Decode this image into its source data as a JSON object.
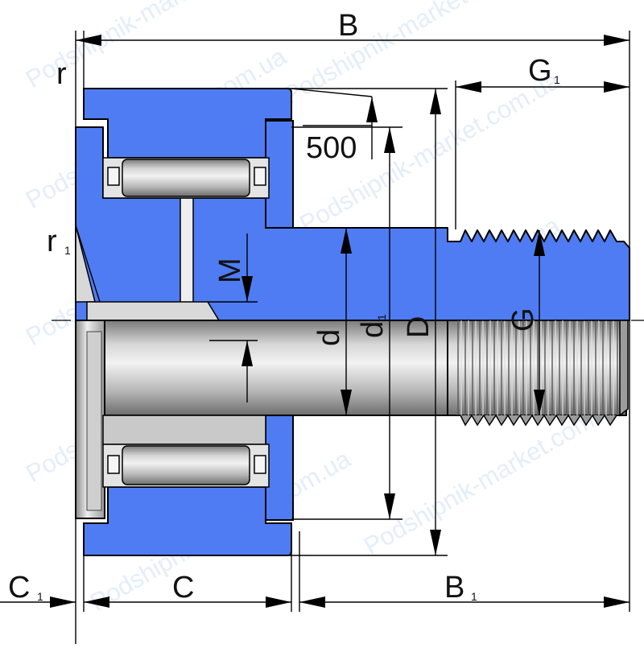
{
  "diagram": {
    "watermark": "Podshipnik-market.com.ua",
    "colors": {
      "blue": "#4f7cf2",
      "blue_dark": "#2a4fbf",
      "steel_light": "#e6e6e6",
      "steel_mid": "#a8a8a8",
      "steel_dark": "#6d6d6d",
      "line": "#000000"
    },
    "dimensions": {
      "B": "B",
      "r": "r",
      "G1": {
        "main": "G",
        "sub": "1"
      },
      "tolerance": "500",
      "r1": {
        "main": "r",
        "sub": "1"
      },
      "M": "M",
      "d": "d",
      "d1": {
        "main": "d",
        "sub": "1"
      },
      "D": "D",
      "G": "G",
      "C1": {
        "main": "C",
        "sub": "1"
      },
      "C": "C",
      "B1": {
        "main": "B",
        "sub": "1"
      }
    }
  }
}
